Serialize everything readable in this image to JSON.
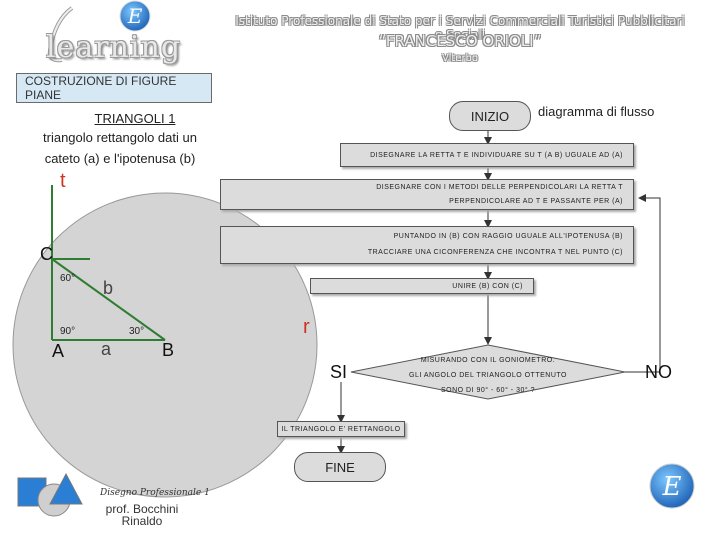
{
  "header": {
    "logo_letters": "learning",
    "institute_line1": "Istituto Professionale di Stato per i Servizi Commerciali Turistici Pubblicitari e Sociali",
    "institute_line2": "“FRANCESCO ORIOLI”",
    "institute_line3": "Viterbo"
  },
  "left": {
    "box_title": "COSTRUZIONE DI FIGURE PIANE",
    "subtitle": "TRIANGOLI 1",
    "desc_line1": "triangolo rettangolo dati un",
    "desc_line2": "cateto (a) e l'ipotenusa (b)"
  },
  "figure": {
    "label_t": "t",
    "label_C": "C",
    "label_A": "A",
    "label_B": "B",
    "label_a": "a",
    "label_b": "b",
    "label_r": "r",
    "angle_60": "60°",
    "angle_90": "90°",
    "angle_30": "30°"
  },
  "flow": {
    "start": "INIZIO",
    "title": "diagramma di flusso",
    "step1": "DISEGNARE LA RETTA t E INDIVIDUARE SU t (A B) UGUALE AD (a)",
    "step2_line1": "DISEGNARE CON I METODI DELLE PERPENDICOLARI LA RETTA t",
    "step2_line2": "PERPENDICOLARE AD t E PASSANTE PER (A)",
    "step3_line1": "PUNTANDO IN (B) CON RAGGIO UGUALE ALL'IPOTENUSA (b)",
    "step3_line2": "TRACCIARE UNA CICONFERENZA CHE INCONTRA t NEL PUNTO (C)",
    "step4": "UNIRE (B) CON (C)",
    "decision_line1": "MISURANDO CON IL GONIOMETRO.",
    "decision_line2": "GLI ANGOLO DEL TRIANGOLO OTTENUTO",
    "decision_line3": "SONO DI 90° - 60° - 30° ?",
    "yes": "SI",
    "no": "NO",
    "result": "IL TRIANGOLO E' RETTANGOLO",
    "end": "FINE"
  },
  "footer": {
    "course": "Disegno Professionale 1",
    "author_line1": "prof. Bocchini",
    "author_line2": "Rinaldo"
  },
  "colors": {
    "accent_blue": "#2a7fd4",
    "circle_fill": "#d4d4d4",
    "triangle_green": "#2e7d32",
    "label_red": "#cc3322"
  }
}
